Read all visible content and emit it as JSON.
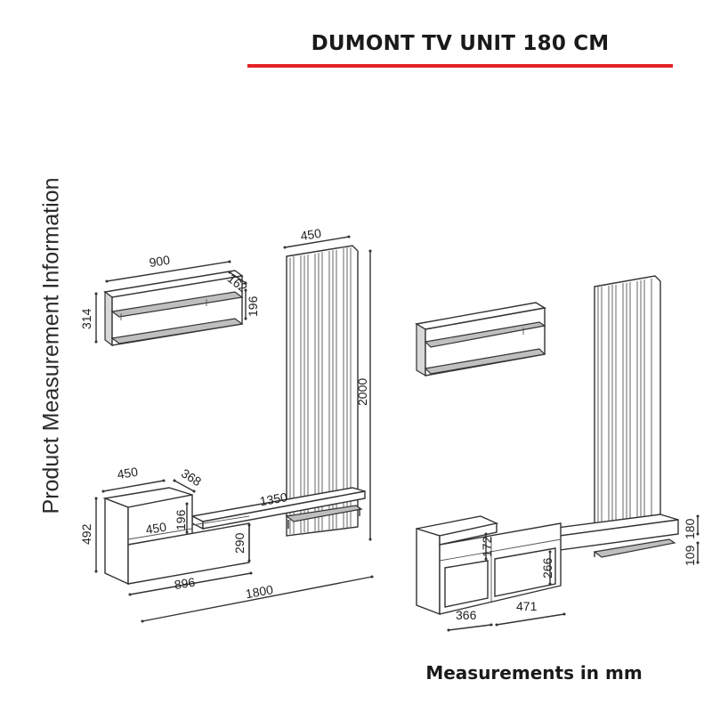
{
  "title": "DUMONT TV UNIT 180 CM",
  "accent_color": "#e32227",
  "side_label": "Product Measurement Information",
  "footer": "Measurements in mm",
  "dimensions": {
    "shelf_width": "900",
    "shelf_depth": "162",
    "shelf_height": "314",
    "shelf_gap": "196",
    "panel_width": "450",
    "panel_height": "2000",
    "cabinet_width": "450",
    "cabinet_depth": "368",
    "cabinet_height": "492",
    "drawer_width": "450",
    "drawer_height": "196",
    "bench_length": "1350",
    "lower_height": "290",
    "base_length": "896",
    "total_length": "1800",
    "comp_height": "172",
    "comp_inner": "266",
    "bench_thickness": "180",
    "leg_height": "109",
    "left_comp": "366",
    "right_comp": "471"
  }
}
